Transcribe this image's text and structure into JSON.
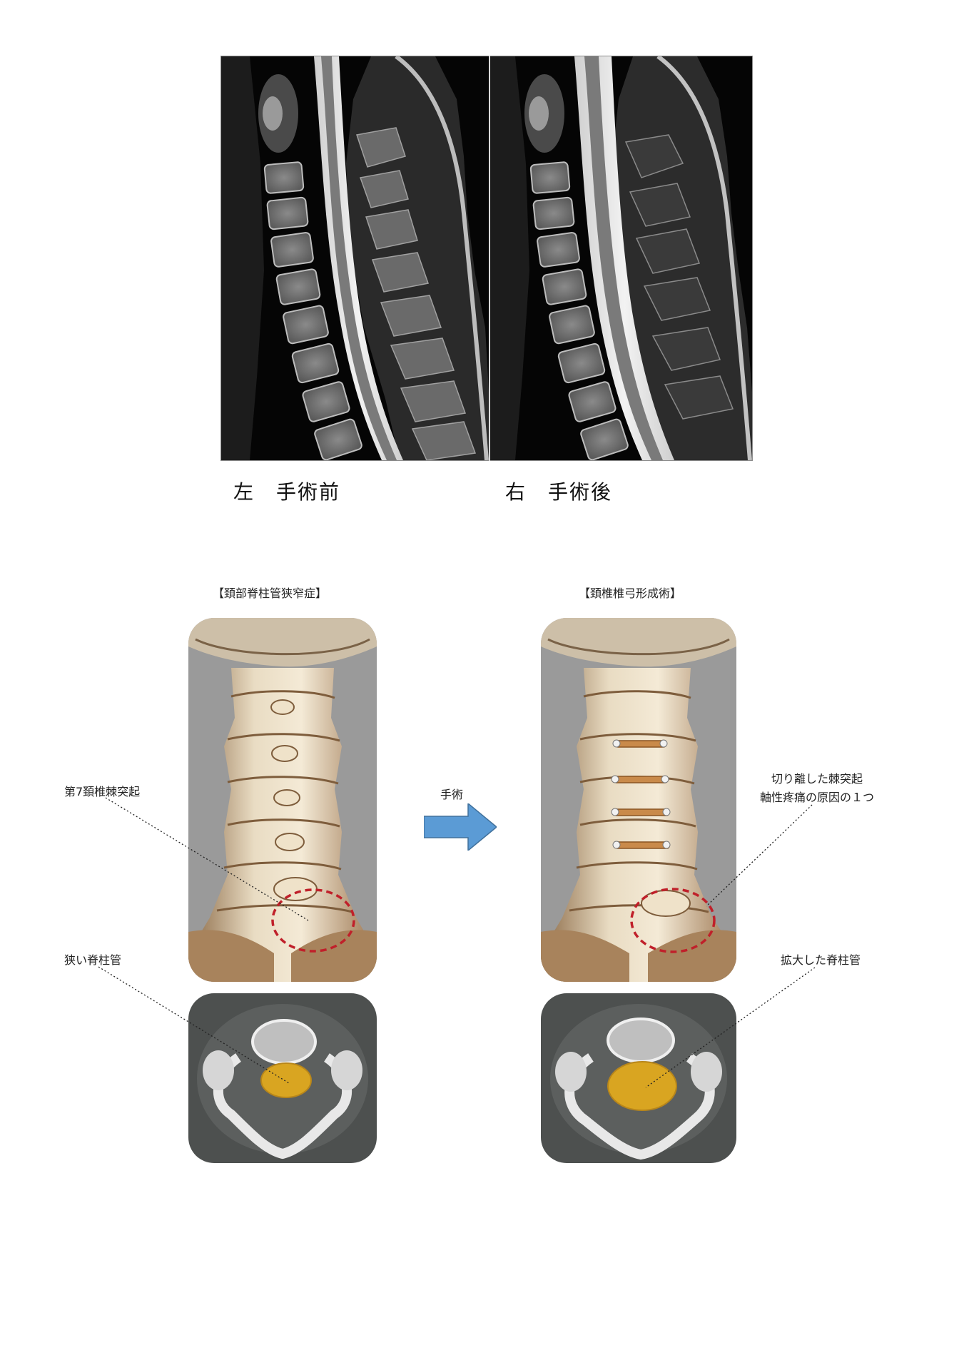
{
  "mri": {
    "caption_left": "左　手術前",
    "caption_right": "右　手術後"
  },
  "ct": {
    "title_left": "【頚部脊柱管狭窄症】",
    "title_right": "【頚椎椎弓形成術】",
    "arrow_label": "手術"
  },
  "labels": {
    "c7_spinous": "第7頚椎棘突起",
    "narrow_canal": "狭い脊柱管",
    "cut_spinous_line1": "切り離した棘突起",
    "cut_spinous_line2": "軸性疼痛の原因の１つ",
    "widened_canal": "拡大した脊柱管"
  },
  "colors": {
    "arrow": "#5b9bd5",
    "highlight_circle": "#c0202a",
    "canal_fill": "#d9a521",
    "ct_background": "#9a9a9a",
    "axial_background": "#4d504f"
  },
  "icons": {
    "arrow": "right-arrow-icon"
  }
}
